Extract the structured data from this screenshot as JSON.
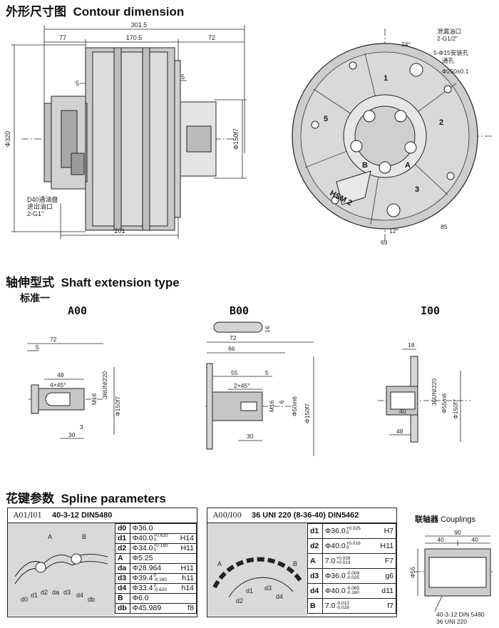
{
  "sections": {
    "contour": {
      "cn": "外形尺寸图",
      "en": "Contour dimension"
    },
    "shaft": {
      "cn": "轴伸型式",
      "en": "Shaft extension type"
    },
    "spline": {
      "cn": "花键参数",
      "en": "Spline parameters"
    },
    "standard": "标准一"
  },
  "contour_labels": {
    "overall": "301.5",
    "left": "77",
    "mid": "170.5",
    "right": "72",
    "d5a": "5",
    "d5b": "5",
    "phi320": "Φ320",
    "phi150": "Φ150f7",
    "d201": "201",
    "port1": "D40通油盘",
    "port2": "进出油口",
    "port3": "2-G1\"",
    "leak1": "泄漏油口",
    "leak2": "2-G1/2\"",
    "mount1": "5-Φ15安装孔",
    "mount2": "通孔",
    "pcd": "Φ250±0.1",
    "ang24": "24°",
    "ang12": "12°",
    "d69": "69",
    "d85": "85",
    "n1": "1",
    "n2": "2",
    "n3": "3",
    "n5": "5",
    "portA": "A",
    "portB": "B",
    "model": "HSM 2"
  },
  "shaft_types": [
    {
      "name": "A00",
      "dims": {
        "d72": "72",
        "d5": "5",
        "d48": "48",
        "chamfer": "4×45°",
        "spline": "36UNI220",
        "thread": "M16",
        "phi150": "Φ150f7",
        "d30": "30",
        "d3": "3"
      }
    },
    {
      "name": "B00",
      "dims": {
        "d72": "72",
        "d66": "66",
        "d55": "55",
        "d5": "5",
        "chamfer": "2×45°",
        "thread": "M16",
        "d6": "6",
        "phi50": "Φ50m6",
        "phi150": "Φ150f7",
        "d30": "30",
        "key": "16"
      }
    },
    {
      "name": "I00",
      "dims": {
        "d18": "18",
        "spline": "36UNI220",
        "phi55": "Φ55m6",
        "phi150": "Φ150f7",
        "d40": "40",
        "d48": "48"
      }
    }
  ],
  "spline_table_1": {
    "code": "A01/I01",
    "standard": "40-3-12  DIN5480",
    "rows": [
      {
        "k": "d0",
        "v": "Φ36.0",
        "tu": "",
        "tl": "",
        "fit": ""
      },
      {
        "k": "d1",
        "v": "Φ40.0",
        "tu": "+0.620",
        "tl": "0",
        "fit": "H14"
      },
      {
        "k": "d2",
        "v": "Φ34.0",
        "tu": "+0.160",
        "tl": "0",
        "fit": "H11"
      },
      {
        "k": "A",
        "v": "Φ5.25",
        "tu": "",
        "tl": "",
        "fit": ""
      },
      {
        "k": "da",
        "v": "Φ28.964",
        "tu": "",
        "tl": "",
        "fit": "H11"
      },
      {
        "k": "d3",
        "v": "Φ39.4",
        "tu": "0",
        "tl": "-0.160",
        "fit": "h11"
      },
      {
        "k": "d4",
        "v": "Φ33.4",
        "tu": "0",
        "tl": "-0.620",
        "fit": "h14"
      },
      {
        "k": "B",
        "v": "Φ6.0",
        "tu": "",
        "tl": "",
        "fit": ""
      },
      {
        "k": "db",
        "v": "Φ45.989",
        "tu": "",
        "tl": "",
        "fit": "f8"
      }
    ],
    "figure_labels": [
      "A",
      "B",
      "d0",
      "d1",
      "d2",
      "da",
      "d3",
      "d4",
      "db"
    ]
  },
  "spline_table_2": {
    "code": "A00/I00",
    "standard": "36 UNI 220 (8-36-40) DIN5462",
    "rows": [
      {
        "k": "d1",
        "v": "Φ36.0",
        "tu": "+0.025",
        "tl": "0",
        "fit": "H7"
      },
      {
        "k": "d2",
        "v": "Φ40.0",
        "tu": "+0.016",
        "tl": "0",
        "fit": "H11"
      },
      {
        "k": "A",
        "v": "7.0",
        "tu": "+0.028",
        "tl": "+0.013",
        "fit": "F7"
      },
      {
        "k": "d3",
        "v": "Φ36.0",
        "tu": "-0.009",
        "tl": "-0.025",
        "fit": "g6"
      },
      {
        "k": "d4",
        "v": "Φ40.0",
        "tu": "-0.065",
        "tl": "-0.160",
        "fit": "d11"
      },
      {
        "k": "B",
        "v": "7.0",
        "tu": "-0.013",
        "tl": "-0.028",
        "fit": "f7"
      }
    ],
    "figure_labels": [
      "A",
      "B",
      "d1",
      "d2",
      "d3",
      "d4"
    ]
  },
  "couplings": {
    "title_cn": "联轴器",
    "title_en": "Couplings",
    "d90": "90",
    "d40a": "40",
    "d40b": "40",
    "phi55": "Φ55",
    "note1": "40-3-12 DIN 5480",
    "note2": "36 UNI 220"
  }
}
